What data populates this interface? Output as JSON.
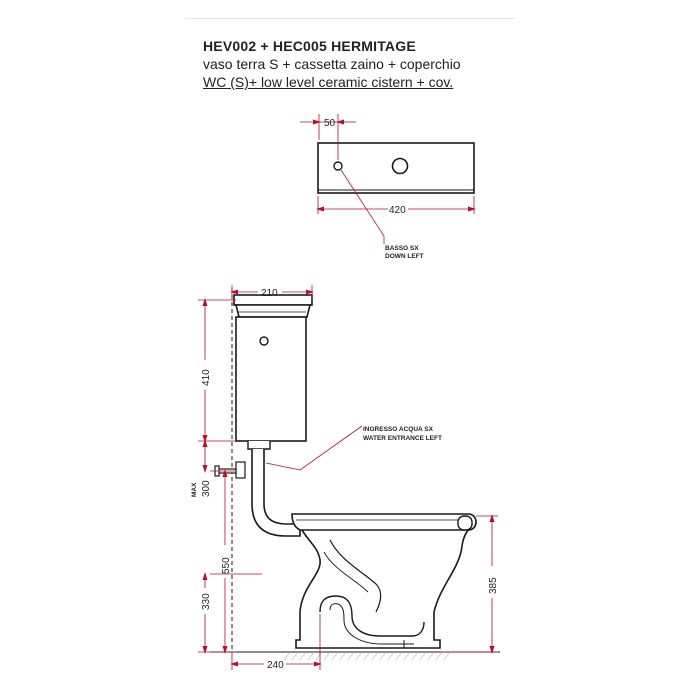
{
  "title": {
    "code": "HEV002 + HEC005 HERMITAGE",
    "it": "vaso terra S + cassetta zaino + coperchio",
    "en": "WC (S)+ low level ceramic cistern + cov."
  },
  "top_view": {
    "dim_hole_offset": "50",
    "dim_width": "420",
    "note_it": "BASSO SX",
    "note_en": "DOWN LEFT"
  },
  "side_view": {
    "dim_cistern_depth": "210",
    "dim_cistern_height": "410",
    "max_label": "MAX",
    "dim_inlet_offset": "300",
    "dim_inlet_height": "550",
    "dim_outlet_height": "330",
    "dim_bowl_height": "385",
    "dim_outlet_distance": "240",
    "note_it": "INGRESSO ACQUA SX",
    "note_en": "WATER ENTRANCE LEFT"
  },
  "colors": {
    "dimension": "#b3122a",
    "line": "#1a1a1a",
    "hatch": "#b0b0b0"
  }
}
